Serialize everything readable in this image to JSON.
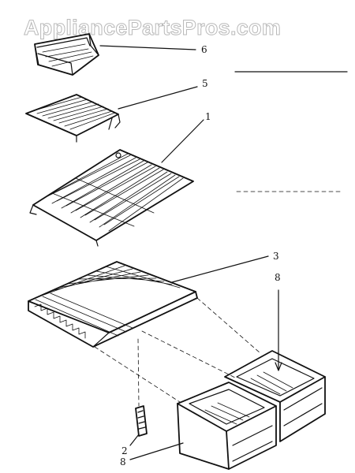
{
  "watermark": "AppliancePartsPros.com",
  "callouts": {
    "c1": "1",
    "c2": "2",
    "c3": "3",
    "c5": "5",
    "c6": "6",
    "c8a": "8",
    "c8b": "8"
  }
}
